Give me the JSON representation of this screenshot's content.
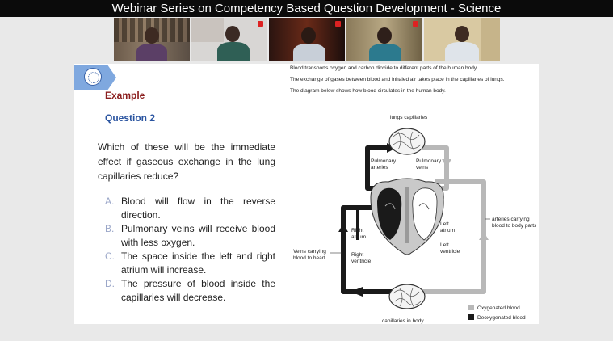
{
  "banner": {
    "title": "Webinar Series on Competency Based Question Development - Science"
  },
  "slide": {
    "example_label": "Example",
    "question_label": "Question 2",
    "question_text": "Which of these will be the immediate effect if gaseous exchange in the lung capillaries reduce?",
    "options": [
      {
        "letter": "A.",
        "text": "Blood will flow in the reverse direction."
      },
      {
        "letter": "B.",
        "text": "Pulmonary veins will receive blood with less oxygen."
      },
      {
        "letter": "C.",
        "text": "The space inside the left and right atrium will increase."
      },
      {
        "letter": "D.",
        "text": "The pressure of blood inside the capillaries will decrease."
      }
    ],
    "context": [
      "Blood transports oxygen and carbon dioxide to different parts of the human body.",
      "The exchange of gases between blood and inhaled air takes place in the capillaries of lungs.",
      "The diagram below shows how blood circulates in the human body."
    ],
    "diagram": {
      "lungs_capillaries": "lungs capillaries",
      "pulmonary_arteries_1": "Pulmonary",
      "pulmonary_arteries_2": "arteries",
      "pulmonary_veins_1": "Pulmonary",
      "pulmonary_veins_2": "veins",
      "right_atrium_1": "Right",
      "right_atrium_2": "atrium",
      "right_ventricle_1": "Right",
      "right_ventricle_2": "ventricle",
      "left_atrium_1": "Left",
      "left_atrium_2": "atrium",
      "left_ventricle_1": "Left",
      "left_ventricle_2": "ventricle",
      "arteries_1": "arteries carrying",
      "arteries_2": "blood to body parts",
      "veins_1": "Veins carrying",
      "veins_2": "blood to heart",
      "capillaries_body": "capillaries in body",
      "legend_oxygenated": "Oxygenated blood",
      "legend_deoxygenated": "Deoxygenated blood"
    }
  },
  "colors": {
    "banner_bg": "#0b0b0b",
    "example": "#8a1d1d",
    "question_label": "#2a54a0",
    "option_letter": "#9aa6c8",
    "oxygenated": "#b8b8b8",
    "deoxygenated": "#1a1a1a"
  }
}
